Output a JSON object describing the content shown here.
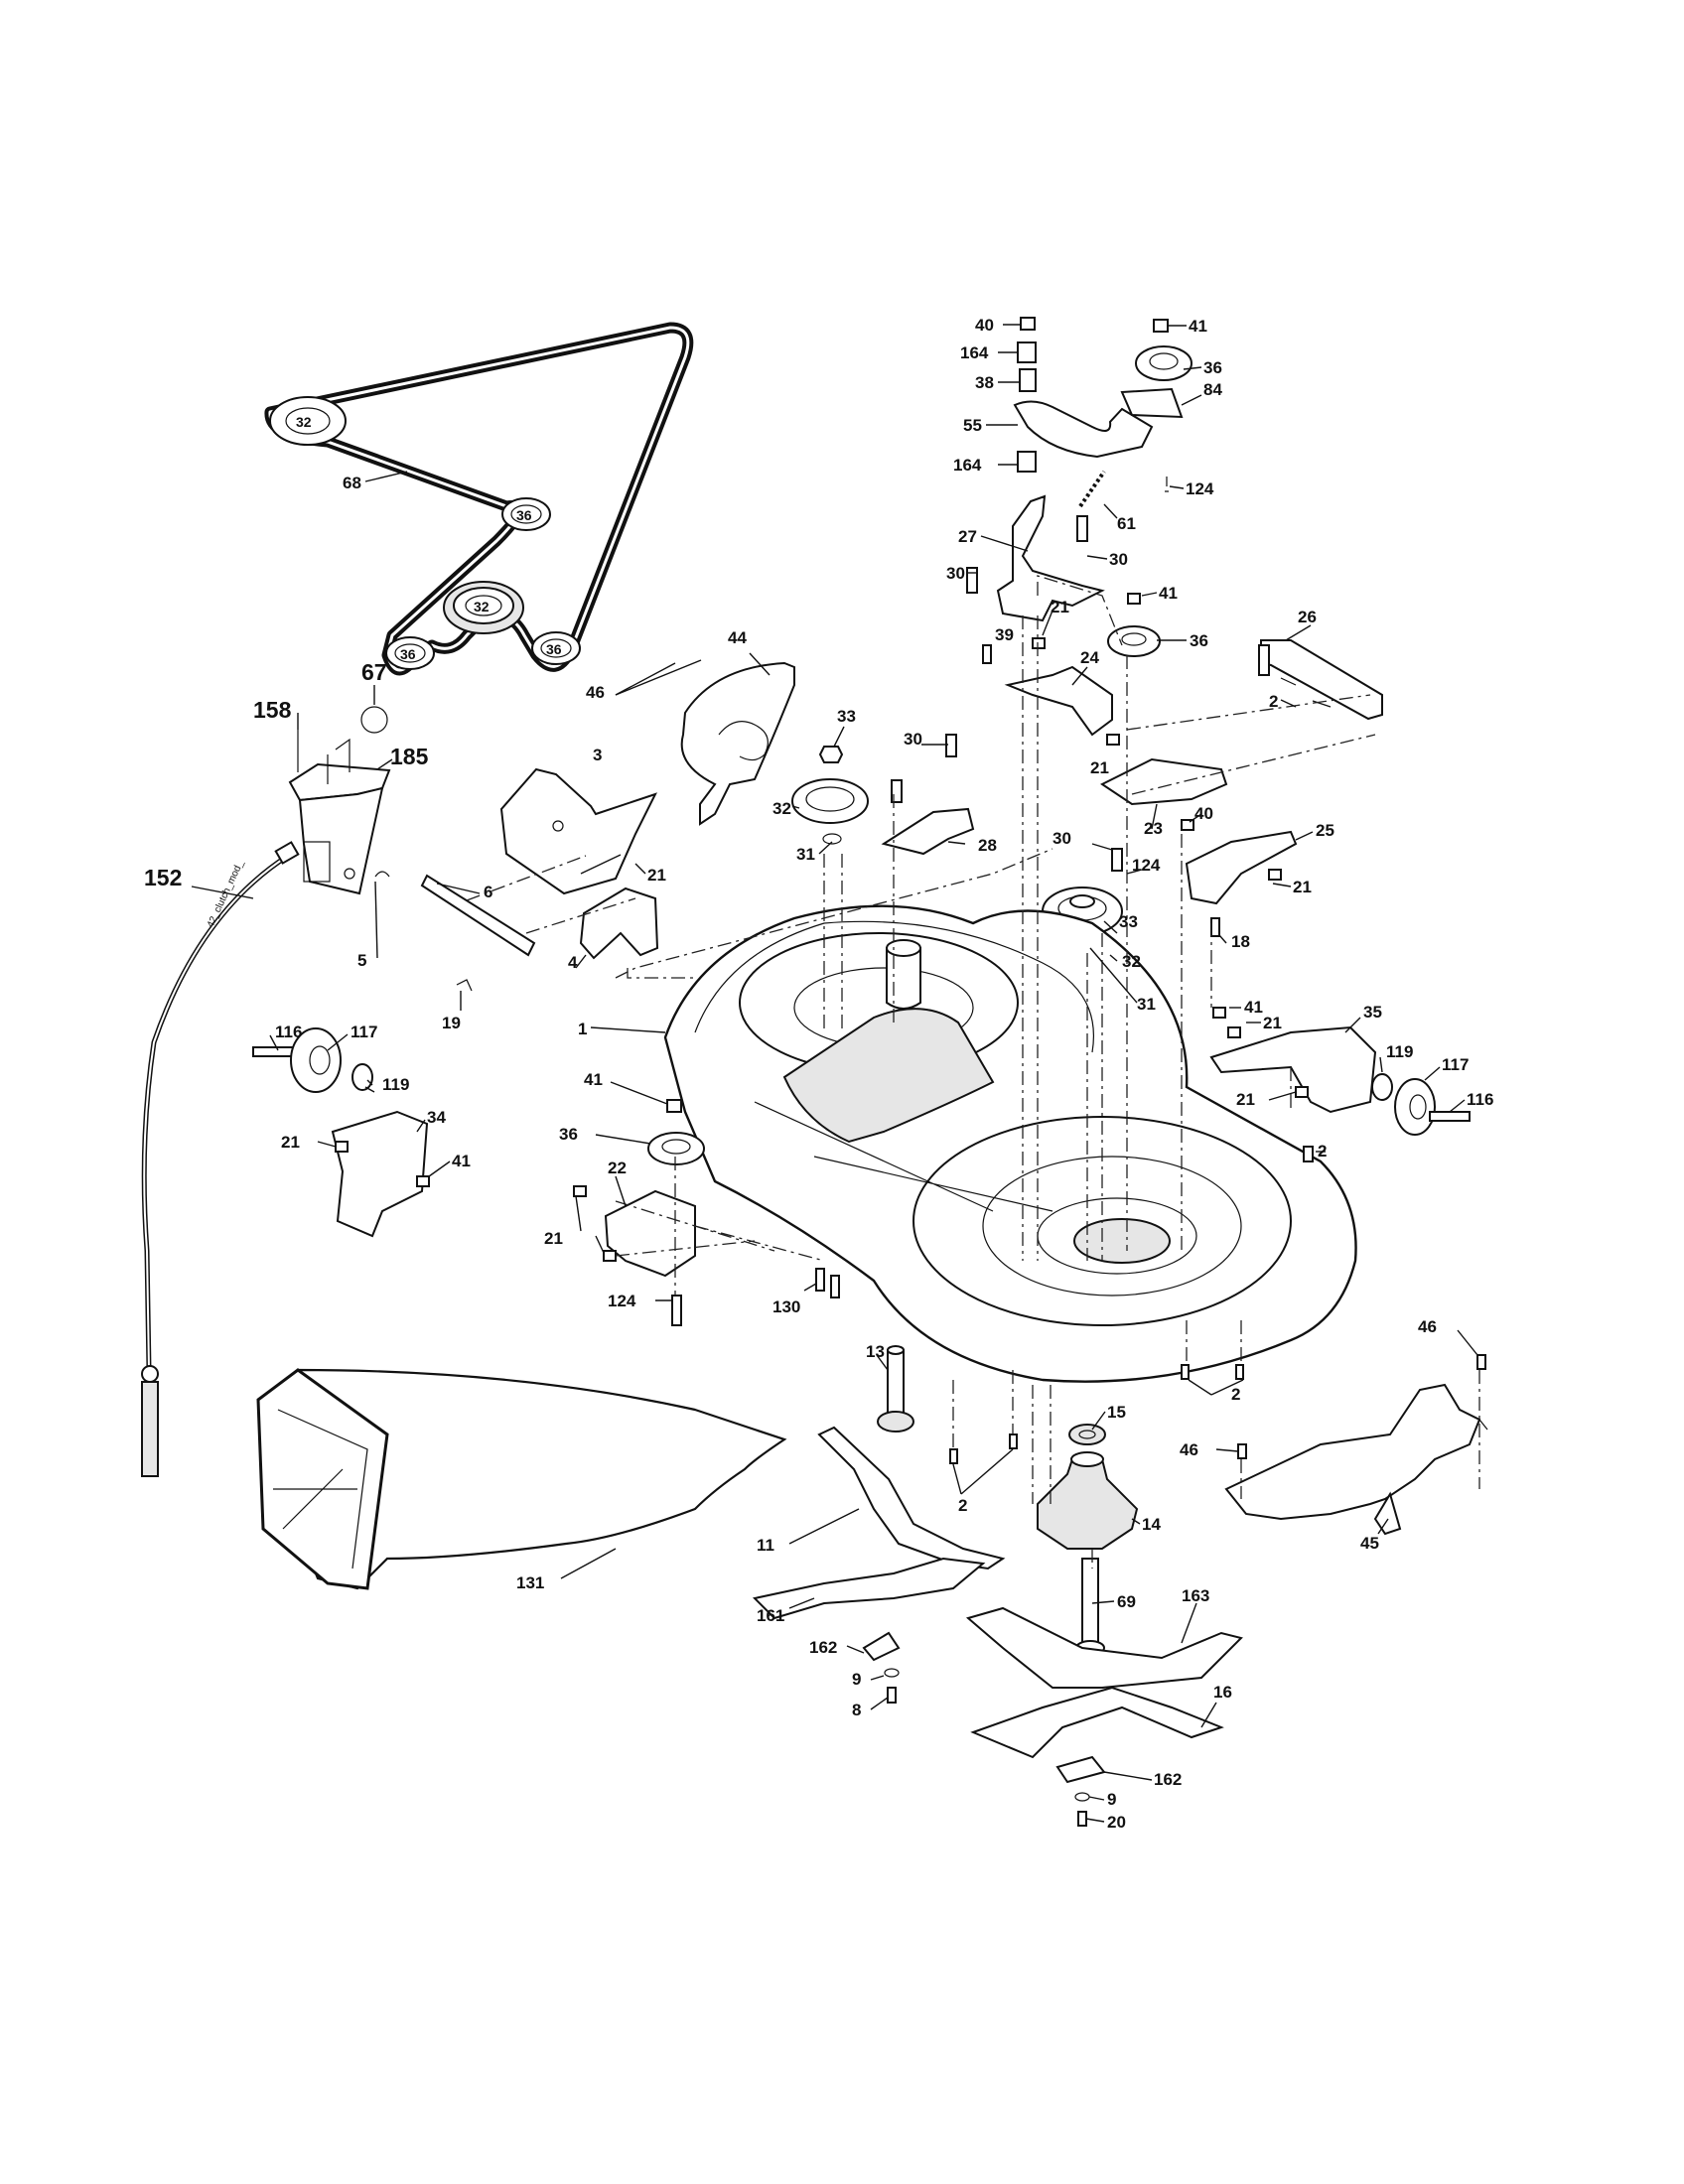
{
  "diagram": {
    "clutch_label": "42_clutch_mod_",
    "pulley_labels": [
      "32",
      "36",
      "32",
      "36",
      "36"
    ],
    "callouts": [
      {
        "id": "c-40a",
        "text": "40"
      },
      {
        "id": "c-41a",
        "text": "41"
      },
      {
        "id": "c-164a",
        "text": "164"
      },
      {
        "id": "c-36a",
        "text": "36"
      },
      {
        "id": "c-38",
        "text": "38"
      },
      {
        "id": "c-84",
        "text": "84"
      },
      {
        "id": "c-55",
        "text": "55"
      },
      {
        "id": "c-164b",
        "text": "164"
      },
      {
        "id": "c-124a",
        "text": "124"
      },
      {
        "id": "c-68",
        "text": "68"
      },
      {
        "id": "c-61",
        "text": "61"
      },
      {
        "id": "c-27",
        "text": "27"
      },
      {
        "id": "c-30a",
        "text": "30"
      },
      {
        "id": "c-30b",
        "text": "30"
      },
      {
        "id": "c-41b",
        "text": "41"
      },
      {
        "id": "c-21a",
        "text": "21"
      },
      {
        "id": "c-39",
        "text": "39"
      },
      {
        "id": "c-36b",
        "text": "36"
      },
      {
        "id": "c-26",
        "text": "26"
      },
      {
        "id": "c-67",
        "text": "67"
      },
      {
        "id": "c-44",
        "text": "44"
      },
      {
        "id": "c-46a",
        "text": "46"
      },
      {
        "id": "c-24",
        "text": "24"
      },
      {
        "id": "c-2a",
        "text": "2"
      },
      {
        "id": "c-158",
        "text": "158"
      },
      {
        "id": "c-185",
        "text": "185"
      },
      {
        "id": "c-33a",
        "text": "33"
      },
      {
        "id": "c-30c",
        "text": "30"
      },
      {
        "id": "c-21b",
        "text": "21"
      },
      {
        "id": "c-3",
        "text": "3"
      },
      {
        "id": "c-32a",
        "text": "32"
      },
      {
        "id": "c-23",
        "text": "23"
      },
      {
        "id": "c-40b",
        "text": "40"
      },
      {
        "id": "c-25",
        "text": "25"
      },
      {
        "id": "c-21c",
        "text": "21"
      },
      {
        "id": "c-28",
        "text": "28"
      },
      {
        "id": "c-30d",
        "text": "30"
      },
      {
        "id": "c-152",
        "text": "152"
      },
      {
        "id": "c-31a",
        "text": "31"
      },
      {
        "id": "c-124b",
        "text": "124"
      },
      {
        "id": "c-21d",
        "text": "21"
      },
      {
        "id": "c-6",
        "text": "6"
      },
      {
        "id": "c-33b",
        "text": "33"
      },
      {
        "id": "c-18",
        "text": "18"
      },
      {
        "id": "c-5",
        "text": "5"
      },
      {
        "id": "c-4",
        "text": "4"
      },
      {
        "id": "c-32b",
        "text": "32"
      },
      {
        "id": "c-31b",
        "text": "31"
      },
      {
        "id": "c-19",
        "text": "19"
      },
      {
        "id": "c-41c",
        "text": "41"
      },
      {
        "id": "c-21e",
        "text": "21"
      },
      {
        "id": "c-1",
        "text": "1"
      },
      {
        "id": "c-35",
        "text": "35"
      },
      {
        "id": "c-116a",
        "text": "116"
      },
      {
        "id": "c-117a",
        "text": "117"
      },
      {
        "id": "c-119a",
        "text": "119"
      },
      {
        "id": "c-41d",
        "text": "41"
      },
      {
        "id": "c-117b",
        "text": "117"
      },
      {
        "id": "c-21f",
        "text": "21"
      },
      {
        "id": "c-116b",
        "text": "116"
      },
      {
        "id": "c-34",
        "text": "34"
      },
      {
        "id": "c-119b",
        "text": "119"
      },
      {
        "id": "c-21g",
        "text": "21"
      },
      {
        "id": "c-41e",
        "text": "41"
      },
      {
        "id": "c-36c",
        "text": "36"
      },
      {
        "id": "c-2b",
        "text": "2"
      },
      {
        "id": "c-22",
        "text": "22"
      },
      {
        "id": "c-21h",
        "text": "21"
      },
      {
        "id": "c-124c",
        "text": "124"
      },
      {
        "id": "c-130",
        "text": "130"
      },
      {
        "id": "c-46b",
        "text": "46"
      },
      {
        "id": "c-13",
        "text": "13"
      },
      {
        "id": "c-2c",
        "text": "2"
      },
      {
        "id": "c-15",
        "text": "15"
      },
      {
        "id": "c-46c",
        "text": "46"
      },
      {
        "id": "c-2d",
        "text": "2"
      },
      {
        "id": "c-14",
        "text": "14"
      },
      {
        "id": "c-11",
        "text": "11"
      },
      {
        "id": "c-45",
        "text": "45"
      },
      {
        "id": "c-131",
        "text": "131"
      },
      {
        "id": "c-69",
        "text": "69"
      },
      {
        "id": "c-163",
        "text": "163"
      },
      {
        "id": "c-161",
        "text": "161"
      },
      {
        "id": "c-162a",
        "text": "162"
      },
      {
        "id": "c-9a",
        "text": "9"
      },
      {
        "id": "c-8",
        "text": "8"
      },
      {
        "id": "c-16",
        "text": "16"
      },
      {
        "id": "c-162b",
        "text": "162"
      },
      {
        "id": "c-9b",
        "text": "9"
      },
      {
        "id": "c-20",
        "text": "20"
      }
    ]
  }
}
